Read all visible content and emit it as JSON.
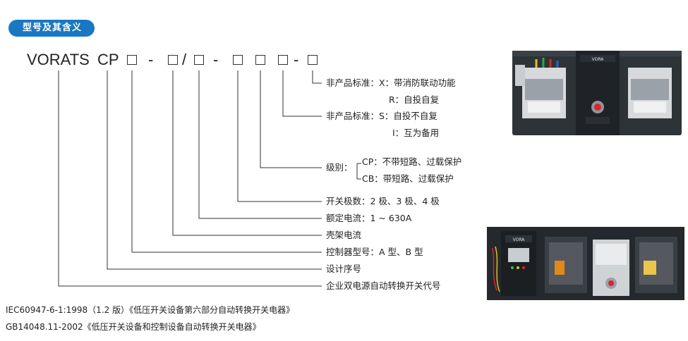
{
  "section_title": "型号及其含义",
  "model_code": {
    "prefix": "VORATS",
    "series": "CP",
    "dash1": "-",
    "slash": "/",
    "dash2": "-",
    "dash3": "-"
  },
  "meanings": {
    "non_std_x": "非产品标准：X：带消防联动功能",
    "non_std_r": "R：自投自复",
    "non_std_s": "非产品标准：S：自投不自复",
    "non_std_i": "I：互为备用",
    "level_label": "级别：",
    "level_cp": "CP：不带短路、过载保护",
    "level_cb": "CB：带短路、过载保护",
    "poles": "开关极数：2 极、3 极、4 极",
    "rated_current": "额定电流：1 ~ 630A",
    "frame_current": "壳架电流",
    "controller_type": "控制器型号：A 型、B 型",
    "design_no": "设计序号",
    "company_code": "企业双电源自动转换开关代号"
  },
  "standards": {
    "std1": "IEC60947-6-1:1998（1.2 版）《低压开关设备第六部分自动转换开关电器》",
    "std2": "GB14048.11-2002《低压开关设备和控制设备自动转换开关电器》"
  },
  "photos": {
    "top_brand": "VORA",
    "bottom_brand": "VORA"
  },
  "colors": {
    "badge": "#1a78c2",
    "device_dark": "#2b2f35",
    "red_button": "#d8262b"
  }
}
